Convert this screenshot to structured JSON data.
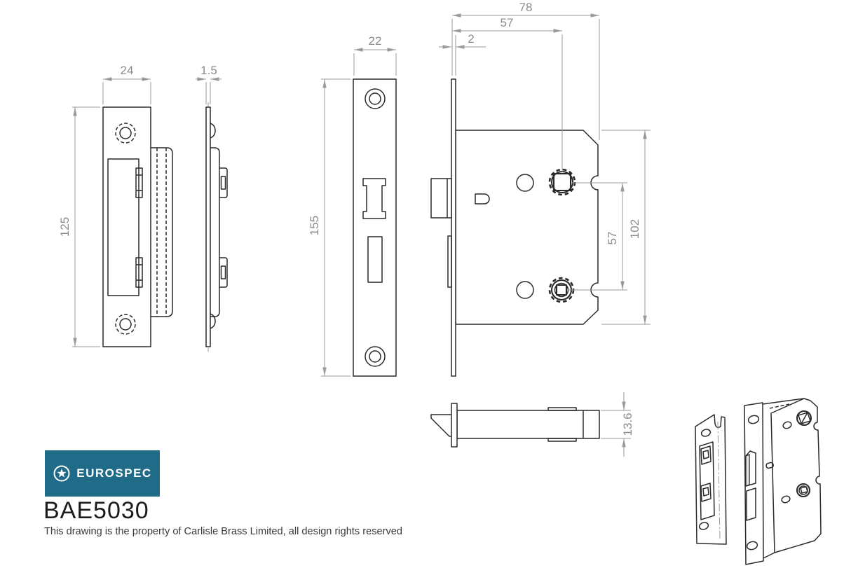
{
  "drawing": {
    "brand": "EUROSPEC",
    "product_code": "BAE5030",
    "copyright": "This drawing is the property of Carlisle Brass Limited, all design rights reserved",
    "colors": {
      "brand_teal": "#1f6b88",
      "object_line": "#2a2a2a",
      "dimension_gray": "#9a9a9a"
    },
    "dims": {
      "strike_width": "24",
      "strike_thickness": "1.5",
      "strike_height": "125",
      "faceplate_width": "22",
      "faceplate_height": "155",
      "case_depth": "78",
      "backset": "57",
      "faceplate_offset": "2",
      "case_height": "102",
      "follower_centres": "57",
      "case_thickness": "13.6"
    }
  }
}
